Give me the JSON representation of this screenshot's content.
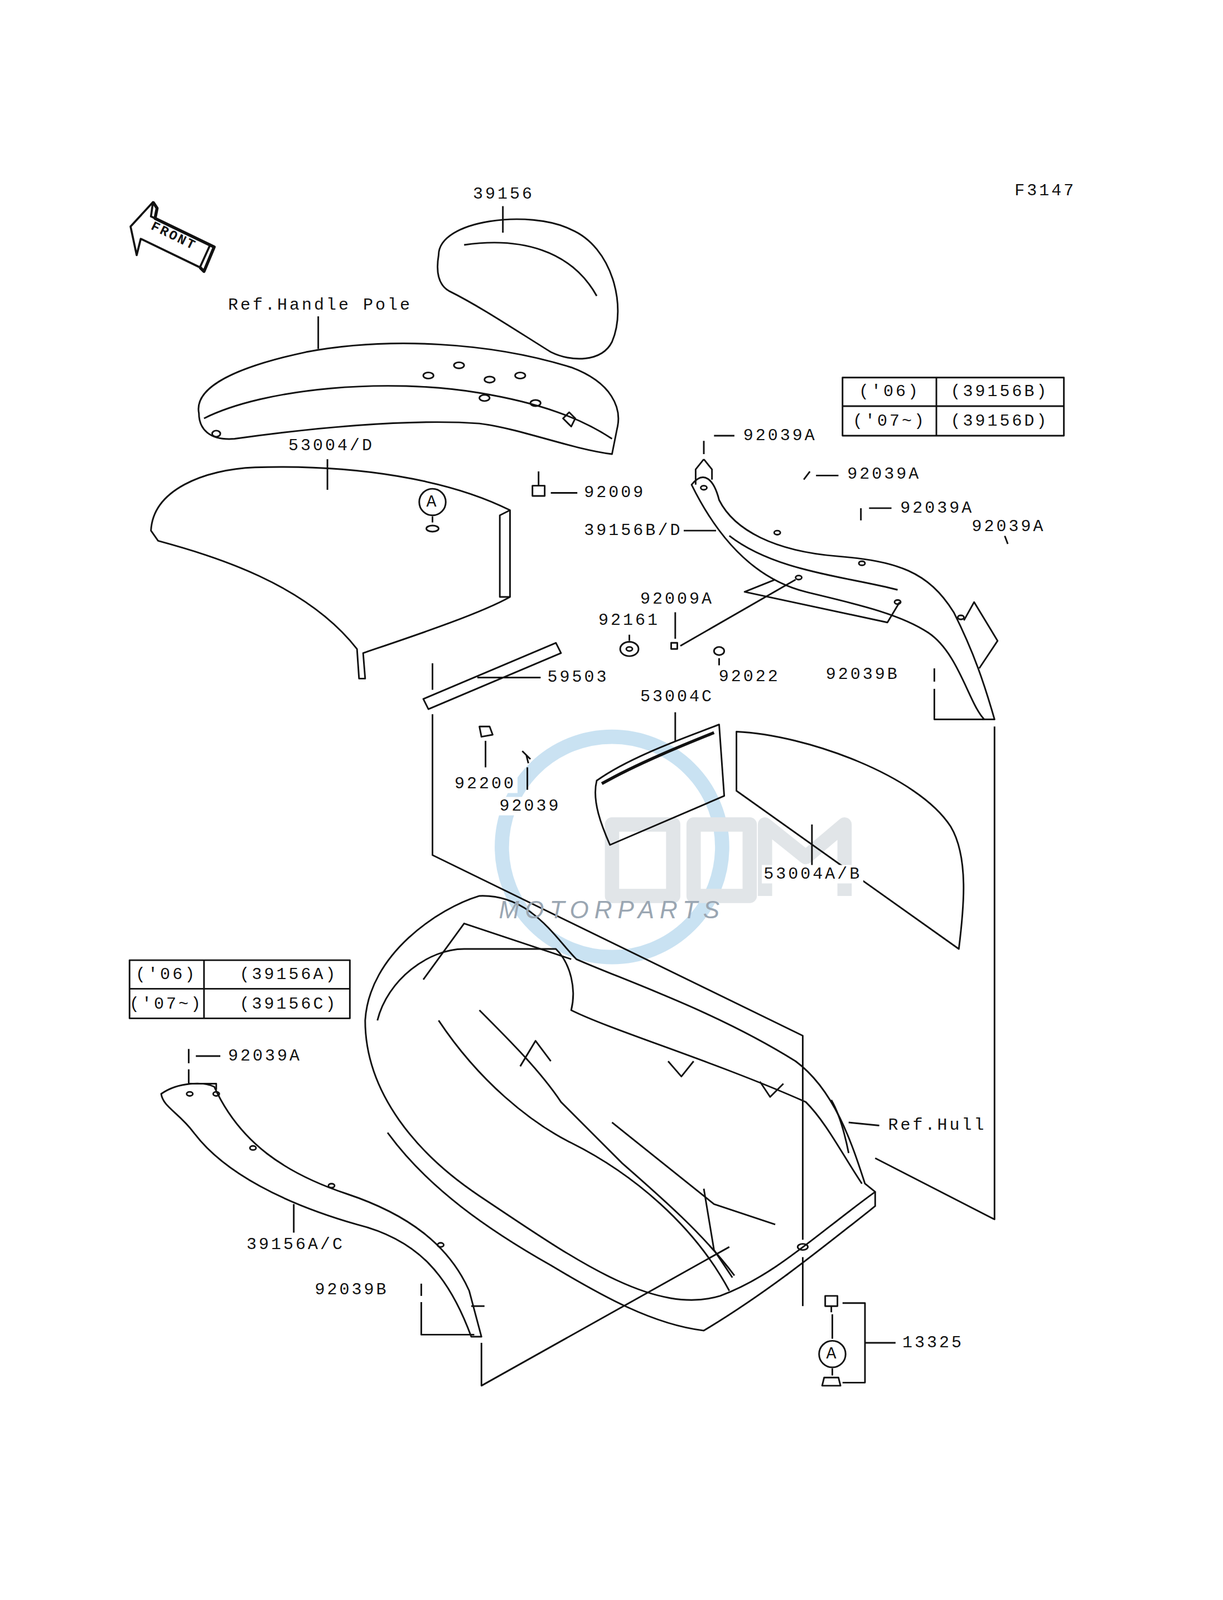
{
  "diagram": {
    "labels": [
      "F3147",
      "39156",
      "Ref.Handle Pole",
      "53004/D",
      "A",
      "92009",
      "('06)",
      "(39156B)",
      "('07~)",
      "(39156D)",
      "92039A",
      "92039A",
      "92039A",
      "92039A",
      "39156B/D",
      "92009A",
      "92161",
      "59503",
      "92022",
      "92039B",
      "53004C",
      "92200",
      "92039",
      "53004A/B",
      "MOTORPARTS",
      "('06)",
      "(39156A)",
      "('07~)",
      "(39156C)",
      "92039A",
      "Ref.Hull",
      "39156A/C",
      "92039B",
      "13325",
      "A",
      "FRONT"
    ]
  }
}
